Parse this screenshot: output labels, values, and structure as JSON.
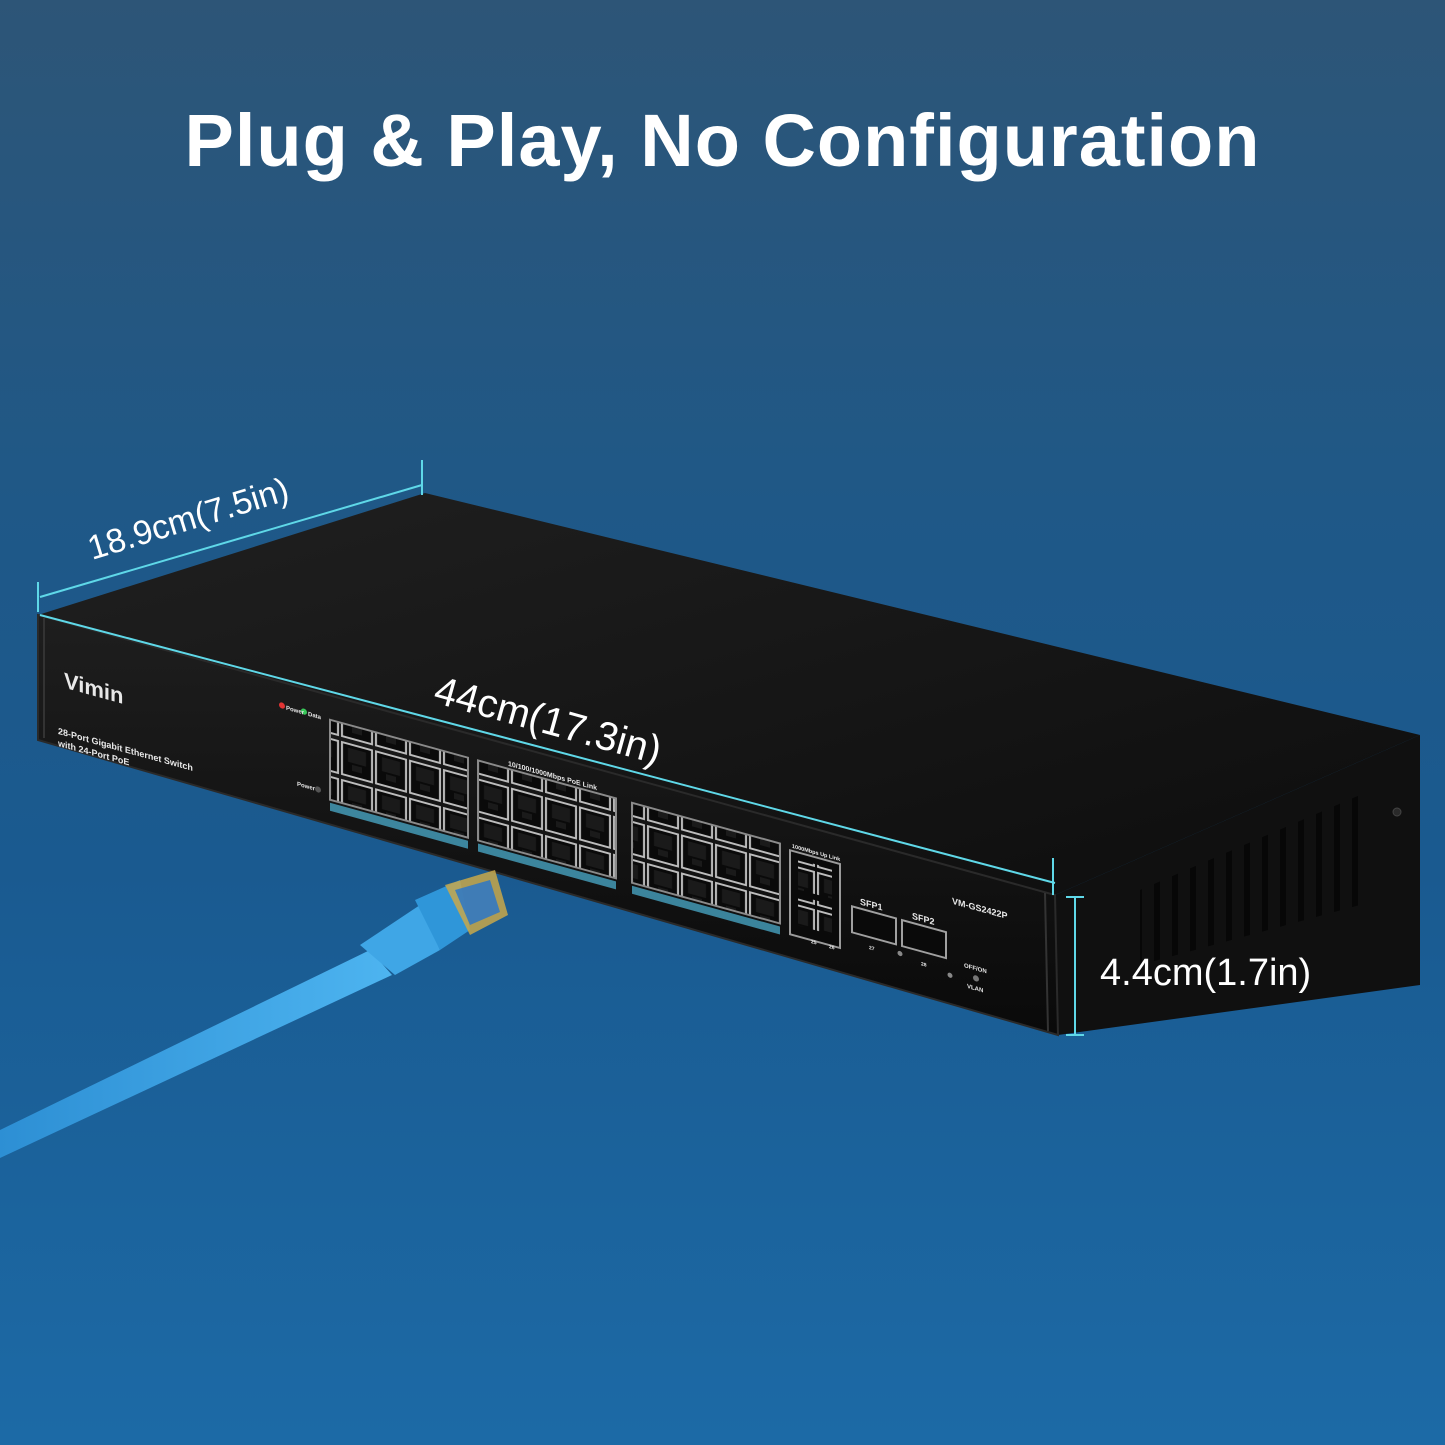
{
  "headline": "Plug & Play, No Configuration",
  "dimensions": {
    "depth": "18.9cm(7.5in)",
    "width": "44cm(17.3in)",
    "height": "4.4cm(1.7in)"
  },
  "device": {
    "brand": "Vimin",
    "description_line1": "28-Port Gigabit Ethernet Switch",
    "description_line2": "with 24-Port PoE",
    "led_power": "Power",
    "led_data": "Data",
    "power_label": "Power",
    "poe_link_label": "10/100/1000Mbps PoE Link",
    "uplink_label": "1000Mbps Up Link",
    "model": "VM-GS2422P",
    "sfp1_label": "SFP1",
    "sfp2_label": "SFP2",
    "sfp1_port": "27",
    "sfp2_port": "28",
    "uplink_port_a": "25",
    "uplink_port_b": "26",
    "switch_label_top": "OFF/ON",
    "switch_label_bottom": "VLAN"
  },
  "colors": {
    "dimension_line": "#5fd8e8",
    "cable": "#3aa0e0",
    "device_body": "#141414",
    "background": "#1f5887"
  }
}
